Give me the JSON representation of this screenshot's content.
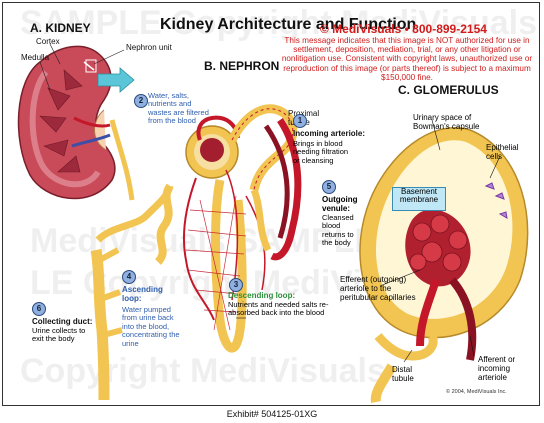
{
  "watermark": {
    "line1": "SAMPLE Copyright MediVisuals",
    "line2": "MediVisuals SAMPLE",
    "line3": "LE Copyright MediVisuals",
    "line4": "Copyright MediVisuals"
  },
  "title": "Kidney Architecture and Function",
  "contact": {
    "phone_line": "© MediVisuals • 800-899-2154",
    "notice": "This message indicates that this image is NOT authorized for use in settlement, deposition, mediation, trial, or any other litigation or nonlitigation use. Consistent with copyright laws, unauthorized use or reproduction of this image (or parts thereof) is subject to a maximum $150,000 fine."
  },
  "sections": {
    "kidney": "A. KIDNEY",
    "nephron": "B. NEPHRON",
    "glomerulus": "C. GLOMERULUS"
  },
  "kidney_labels": {
    "cortex": "Cortex",
    "medulla": "Medulla",
    "nephron_unit": "Nephron unit"
  },
  "steps": [
    {
      "num": "1",
      "title": "Incoming arteriole:",
      "body": "Brings in blood needing filtration or cleansing"
    },
    {
      "num": "2",
      "title": "",
      "body": "Water, salts, nutrients and wastes are filtered from the blood"
    },
    {
      "num": "3",
      "title": "Descending loop:",
      "body": "Nutrients and needed salts re-absorbed back into the blood"
    },
    {
      "num": "4",
      "title": "Ascending loop:",
      "body": "Water pumped from urine back into the blood, concentrating the urine"
    },
    {
      "num": "5",
      "title": "Outgoing venule:",
      "body": "Cleansed blood returns to the body"
    },
    {
      "num": "6",
      "title": "Collecting duct:",
      "body": "Urine collects to exit the body"
    }
  ],
  "nephron_labels": {
    "proximal_tubule": "Proximal tubule"
  },
  "glomerulus_labels": {
    "urinary_space": "Urinary space of Bowman's capsule",
    "epithelial": "Epithelial cells",
    "basement": "Basement membrane",
    "efferent": "Efferent (outgoing) arteriole to the peritubular capillaries",
    "distal": "Distal tubule",
    "afferent": "Afferent or incoming arteriole"
  },
  "copyright_small": "© 2004, MediVisuals Inc.",
  "footer": "Exhibit# 504125-01XG",
  "colors": {
    "artery_red": "#c4182a",
    "tubule_yellow": "#f2c552",
    "kidney_pink": "#c94a58",
    "cyan_arrow": "#5cc6d9",
    "notice_red": "#d21b1b",
    "label_blue": "#2f5fae",
    "label_green": "#2c8f3a"
  }
}
